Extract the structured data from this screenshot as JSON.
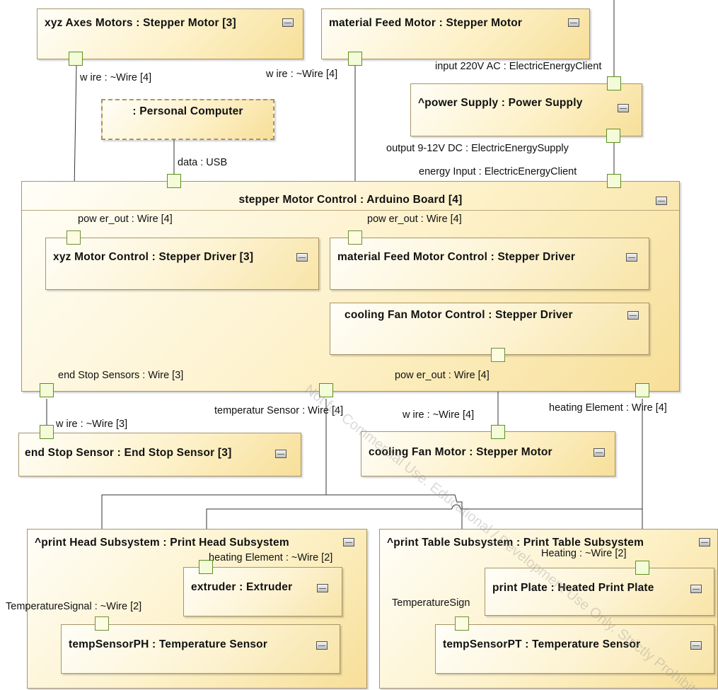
{
  "parts": {
    "xyz_axes_motors": "xyz Axes Motors : Stepper Motor [3]",
    "material_feed_motor": "material Feed Motor : Stepper Motor",
    "personal_computer": ": Personal Computer",
    "power_supply": "^power Supply : Power Supply",
    "arduino_board": "stepper Motor Control : Arduino Board [4]",
    "xyz_motor_control": "xyz Motor Control : Stepper Driver [3]",
    "material_feed_motor_control": "material Feed Motor Control : Stepper Driver",
    "cooling_fan_motor_control": "cooling Fan Motor Control : Stepper Driver",
    "end_stop_sensor": "end Stop Sensor : End Stop Sensor [3]",
    "cooling_fan_motor": "cooling Fan Motor : Stepper Motor",
    "print_head_subsystem": "^print Head Subsystem : Print Head Subsystem",
    "extruder": "extruder : Extruder",
    "temp_sensor_ph": "tempSensorPH : Temperature Sensor",
    "print_table_subsystem": "^print Table Subsystem : Print Table Subsystem",
    "print_plate": "print Plate : Heated Print Plate",
    "temp_sensor_pt": "tempSensorPT : Temperature Sensor"
  },
  "port_labels": {
    "xyz_motors_wire": "w ire : ~Wire [4]",
    "feed_motor_wire": "w ire : ~Wire [4]",
    "input_220v": "input 220V AC : ElectricEnergyClient",
    "output_dc": "output 9-12V DC : ElectricEnergySupply",
    "energy_input": "energy Input : ElectricEnergyClient",
    "data_usb": "data : USB",
    "xyz_power_out": "pow er_out : Wire [4]",
    "feed_power_out": "pow er_out : Wire [4]",
    "end_stop_sensors": "end Stop Sensors : Wire [3]",
    "fan_power_out": "pow er_out : Wire [4]",
    "temperatur_sensor": "temperatur Sensor : Wire [4]",
    "heating_element": "heating Element : Wire [4]",
    "end_stop_wire": "w ire : ~Wire [3]",
    "fan_wire": "w ire : ~Wire [4]",
    "ph_heating_element": "heating Element : ~Wire [2]",
    "ph_temperature_signal": "TemperatureSignal : ~Wire [2]",
    "pt_heating": "Heating : ~Wire [2]",
    "pt_temperature_signal": "TemperatureSign"
  },
  "watermark": "Not for Commercial Use. Educational / Development Use Only. Strictly Prohibited"
}
